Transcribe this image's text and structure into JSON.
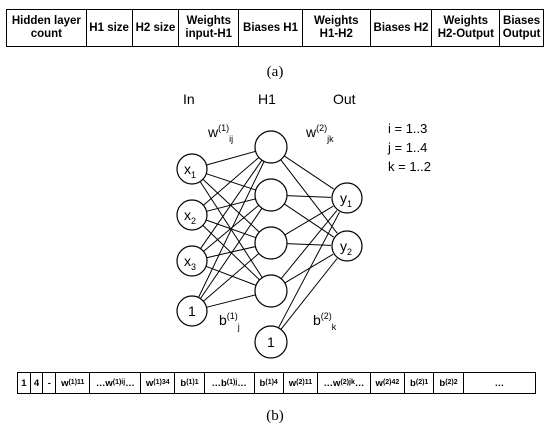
{
  "header_table": {
    "cells": [
      "Hidden layer\ncount",
      "H1 size",
      "H2 size",
      "Weights\ninput-H1",
      "Biases H1",
      "Weights\nH1-H2",
      "Biases H2",
      "Weights\nH2-Output",
      "Biases\nOutput"
    ]
  },
  "caption_a": "(a)",
  "caption_b": "(b)",
  "network": {
    "layer_labels": {
      "input": "In",
      "hidden": "H1",
      "output": "Out"
    },
    "inputs": [
      {
        "base": "x",
        "sub": "1"
      },
      {
        "base": "x",
        "sub": "2"
      },
      {
        "base": "x",
        "sub": "3"
      }
    ],
    "input_bias": "1",
    "outputs": [
      {
        "base": "y",
        "sub": "1"
      },
      {
        "base": "y",
        "sub": "2"
      }
    ],
    "hidden_bias": "1",
    "weight_label_1": {
      "base": "w",
      "sup": "(1)",
      "sub": "ij"
    },
    "weight_label_2": {
      "base": "w",
      "sup": "(2)",
      "sub": "jk"
    },
    "bias_label_1": {
      "base": "b",
      "sup": "(1)",
      "sub": "j"
    },
    "bias_label_2": {
      "base": "b",
      "sup": "(2)",
      "sub": "k"
    },
    "index_ranges": [
      "i = 1..3",
      "j = 1..4",
      "k = 1..2"
    ]
  },
  "bottom_strip": {
    "cells": [
      {
        "base": "1"
      },
      {
        "base": "4"
      },
      {
        "base": "-"
      },
      {
        "base": "w",
        "sup": "(1)",
        "sub": "11"
      },
      {
        "pre": "… ",
        "base": "w",
        "sup": "(1)",
        "sub": "ij",
        "post": " …"
      },
      {
        "base": "w",
        "sup": "(1)",
        "sub": "34"
      },
      {
        "base": "b",
        "sup": "(1)",
        "sub": "1"
      },
      {
        "pre": "… ",
        "base": "b",
        "sup": "(1)",
        "sub": "j",
        "post": " …"
      },
      {
        "base": "b",
        "sup": "(1)",
        "sub": "4"
      },
      {
        "base": "w",
        "sup": "(2)",
        "sub": "11"
      },
      {
        "pre": "… ",
        "base": "w",
        "sup": "(2)",
        "sub": "jk",
        "post": " …"
      },
      {
        "base": "w",
        "sup": "(2)",
        "sub": "42"
      },
      {
        "base": "b",
        "sup": "(2)",
        "sub": "1"
      },
      {
        "base": "b",
        "sup": "(2)",
        "sub": "2"
      },
      {
        "base": "…"
      }
    ]
  }
}
